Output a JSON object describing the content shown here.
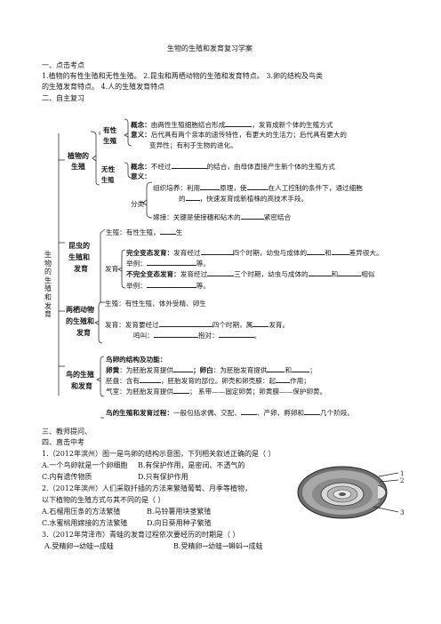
{
  "title": "生物的生殖和发育复习学案",
  "sec1": {
    "heading": "一、点击考点",
    "line1": "1.植物的有性生殖和无性生殖。 2.昆虫和两栖动物的生殖和发育特点。 3.卵的结构及鸟类",
    "line2": "的生殖发育特点。 4.人的生殖发育特点"
  },
  "sec2": {
    "heading": "二、自主复习"
  },
  "diagram": {
    "root_chars": [
      "生",
      "物",
      "的",
      "生",
      "殖",
      "和",
      "发",
      "育"
    ],
    "plant": {
      "label1": "植物的",
      "label2": "生殖",
      "sexual1": "有性",
      "sexual2": "生殖",
      "concept_label": "概念：",
      "concept_text_a": "由两性生殖细胞结合形成",
      "concept_text_b": "，发育成新个体的生殖方式",
      "meaning_label": "意义：",
      "meaning_text": "后代具有两个亲本的遗传特性，有更大的生活力；后代具有更大的",
      "meaning_text2": "变异性；有利于生物的进化。",
      "asexual1": "无性",
      "asexual2": "生殖",
      "a_concept_label": "概念：",
      "a_concept_text_a": "不经过",
      "a_concept_text_b": "的结合，由母体直接产生新个体的生殖方式",
      "a_meaning_label": "意义：",
      "tissue_a": "组织培养：利用",
      "tissue_b": "原理，使",
      "tissue_c": "在人工控制的条件下，通过细胞",
      "tissue_d": "的",
      "tissue_e": "，快速发育成新植株的高技术手段。",
      "classify": "分类",
      "graft_a": "嫁接：关键是使接穗和砧木的",
      "graft_b": "紧密结合"
    },
    "insect": {
      "label1": "昆虫的",
      "label2": "生殖和",
      "label3": "发育",
      "repro_a": "生殖：有性生殖，",
      "repro_b": "生",
      "develop": "发育",
      "complete_label": "完全变态发育：",
      "complete_a": "发育经过",
      "complete_b": "四个时期，幼虫与成体的",
      "complete_c": "和",
      "complete_d": "差异很大。",
      "example_label": "举例：",
      "example_end": "等。",
      "incomplete_label": "不完全变态发育：",
      "incomplete_a": "发育经过",
      "incomplete_b": "三个时期，幼虫与成体的",
      "incomplete_c": "和",
      "incomplete_d": "相似",
      "example2_label": "举例：",
      "example2_end": "等。"
    },
    "amphibian": {
      "label1": "两栖动物",
      "label2": "的生殖和",
      "label3": "发育",
      "repro": "生殖：有性生殖、体外受精、卵生",
      "develop_a": "发育：发育要经过",
      "develop_b": "四个时期，属",
      "develop_c": "发育。",
      "call_a": "鸣叫：",
      "call_b": "抱对：",
      "call_c": "。"
    },
    "bird": {
      "label1": "鸟的生殖",
      "label2": "和发育",
      "egg_title": "鸟卵的结构及功能：",
      "yolk_label": "卵黄",
      "yolk_a": "：为胚胎发育提供",
      "albumen_label": "；卵白",
      "albumen_a": "：为胚胎发育提供",
      "albumen_b": "和",
      "albumen_c": "；",
      "disc_a": "胚盘：含有",
      "disc_b": "，胚胎发育的部位。卵壳和卵壳膜：起",
      "disc_c": "作用；",
      "air_a": "气室：为胚胎发育提供",
      "air_b": "；  系带——固定卵黄；卵黄膜——保护卵黄。",
      "process_label": "鸟的生殖和发育过程：",
      "process_a": "一般包括求偶、交配、",
      "process_b": "、产卵、孵卵和",
      "process_c": "几个阶段。"
    }
  },
  "sec3": {
    "heading": "三、教师提问、"
  },
  "sec4": {
    "heading": "四、直击中考",
    "q1": "1.（2012年滨州）图一是鸟卵的结构示意图，下列相关叙述正确的是（    ）",
    "q1a": "A.一个鸟卵就是一个卵细胞",
    "q1b": "B.有保护作用，是密闭、不透气的",
    "q1c": "C.内有遗传物质",
    "q1d": "D.只有保护作用",
    "q2": "2.（2012年滨州）人们采取扦插的方法来繁殖葡萄、月季等植物，",
    "q2b": "以下植物的生殖方式与其不同的是（    ）",
    "q2A": "A.石榴用压条的方法繁殖",
    "q2B": "B.马铃薯用块茎繁殖",
    "q2C": "C.水蜜桃用嫁接的方法繁殖",
    "q2D": "D.向日葵用种子繁殖",
    "q3": "3.（2012年菏泽市）青蛙的发育过程依次要经历的时期是（    ）",
    "q3A": "A.受精卵→幼蛙→成蛙",
    "q3B": "B.受精卵→幼蛙→蝌蚪→成蛙"
  },
  "egg_figure": {
    "labels": [
      "1",
      "2",
      "3"
    ]
  }
}
